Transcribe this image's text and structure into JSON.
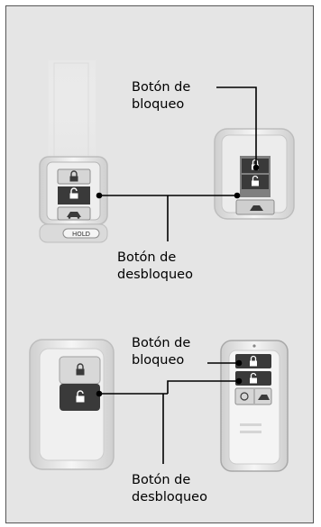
{
  "figure": {
    "top": {
      "lock_label": {
        "line1": "Botón de",
        "line2": "bloqueo"
      },
      "unlock_label": {
        "line1": "Botón de",
        "line2": "desbloqueo"
      },
      "hold_text": "HOLD"
    },
    "bottom": {
      "lock_label": {
        "line1": "Botón de",
        "line2": "bloqueo"
      },
      "unlock_label": {
        "line1": "Botón de",
        "line2": "desbloqueo"
      }
    }
  },
  "icons": [
    "padlock-closed-icon",
    "padlock-open-icon",
    "tailgate-car-icon",
    "panic-icon"
  ],
  "colors": {
    "panel": "#e5e5e5",
    "border": "#555555",
    "button_dark": "#3a3a3a",
    "button_light": "#d0d0d0",
    "leader": "#000000"
  }
}
